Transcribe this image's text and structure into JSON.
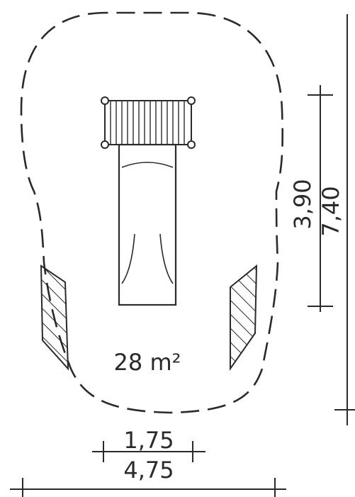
{
  "diagram": {
    "area_label": "28 m²",
    "dim_slide_height": "3,90",
    "dim_total_height": "7,40",
    "dim_slide_width": "1,75",
    "dim_total_width": "4,75"
  },
  "colors": {
    "line": "#2a2a2a",
    "background": "#ffffff"
  }
}
